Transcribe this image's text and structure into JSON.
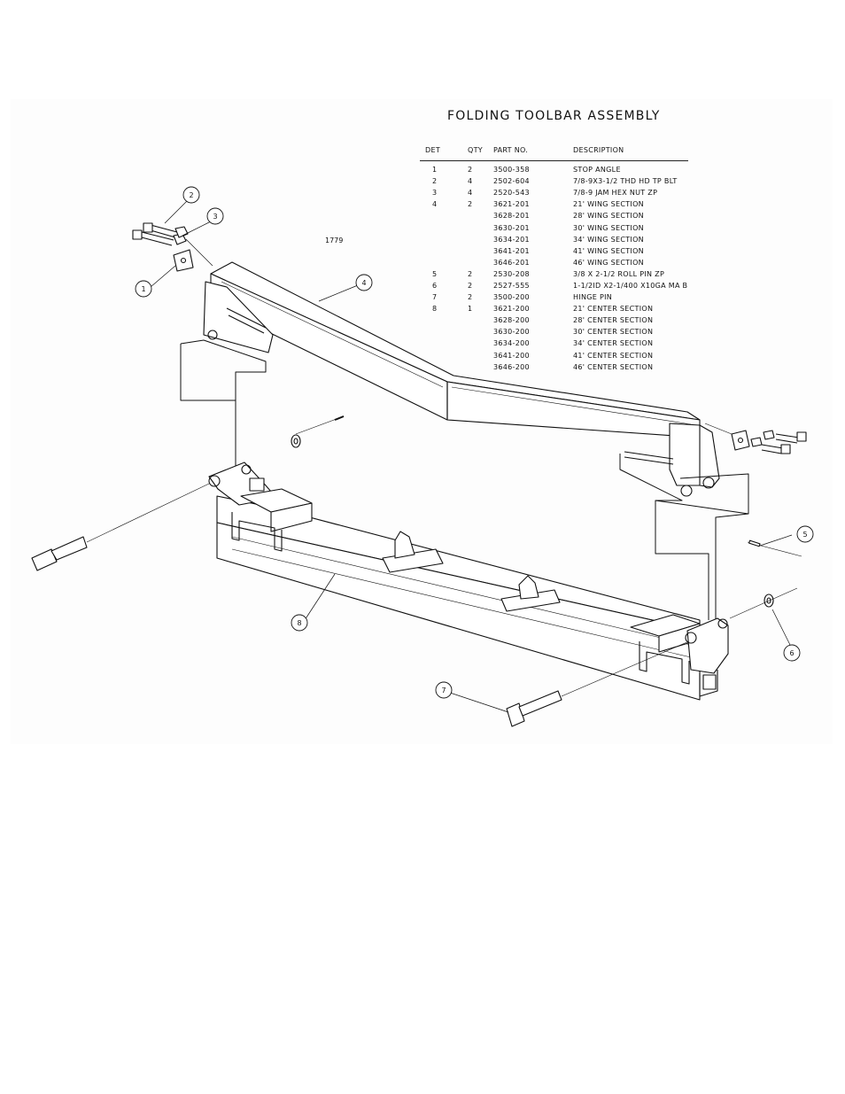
{
  "title": "FOLDING TOOLBAR ASSEMBLY",
  "drawing_number": "1779",
  "table": {
    "headers": {
      "det": "DET",
      "qty": "QTY",
      "part": "PART NO.",
      "desc": "DESCRIPTION"
    },
    "rows": [
      {
        "det": "1",
        "qty": "2",
        "part": "3500-358",
        "desc": "STOP ANGLE"
      },
      {
        "det": "2",
        "qty": "4",
        "part": "2502-604",
        "desc": "7/8-9X3-1/2 THD HD TP BLT"
      },
      {
        "det": "3",
        "qty": "4",
        "part": "2520-543",
        "desc": "7/8-9 JAM HEX NUT  ZP"
      },
      {
        "det": "4",
        "qty": "2",
        "part": "3621-201",
        "desc": "21' WING SECTION"
      },
      {
        "det": "",
        "qty": "",
        "part": "3628-201",
        "desc": "28' WING SECTION"
      },
      {
        "det": "",
        "qty": "",
        "part": "3630-201",
        "desc": "30' WING SECTION"
      },
      {
        "det": "",
        "qty": "",
        "part": "3634-201",
        "desc": "34' WING SECTION"
      },
      {
        "det": "",
        "qty": "",
        "part": "3641-201",
        "desc": "41' WING SECTION"
      },
      {
        "det": "",
        "qty": "",
        "part": "3646-201",
        "desc": "46' WING SECTION"
      },
      {
        "det": "5",
        "qty": "2",
        "part": "2530-208",
        "desc": "3/8 X 2-1/2 ROLL PIN ZP"
      },
      {
        "det": "6",
        "qty": "2",
        "part": "2527-555",
        "desc": "1-1/2ID X2-1/400 X10GA MA B"
      },
      {
        "det": "7",
        "qty": "2",
        "part": "3500-200",
        "desc": "HINGE PIN"
      },
      {
        "det": "8",
        "qty": "1",
        "part": "3621-200",
        "desc": "21' CENTER SECTION"
      },
      {
        "det": "",
        "qty": "",
        "part": "3628-200",
        "desc": "28' CENTER SECTION"
      },
      {
        "det": "",
        "qty": "",
        "part": "3630-200",
        "desc": "30' CENTER SECTION"
      },
      {
        "det": "",
        "qty": "",
        "part": "3634-200",
        "desc": "34' CENTER SECTION"
      },
      {
        "det": "",
        "qty": "",
        "part": "3641-200",
        "desc": "41' CENTER SECTION"
      },
      {
        "det": "",
        "qty": "",
        "part": "3646-200",
        "desc": "46' CENTER SECTION"
      }
    ]
  },
  "callouts": [
    "1",
    "2",
    "3",
    "4",
    "5",
    "6",
    "7",
    "8"
  ]
}
